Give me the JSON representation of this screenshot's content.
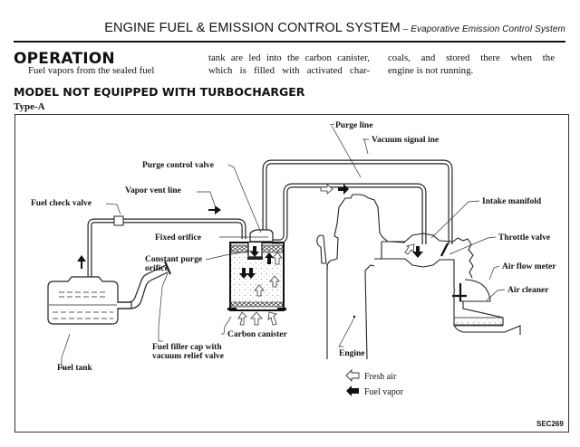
{
  "header": {
    "title": "ENGINE FUEL & EMISSION CONTROL SYSTEM",
    "separator": " – ",
    "subtitle": "Evaporative Emission Control System"
  },
  "operation": {
    "title": "OPERATION",
    "columns": [
      [
        "Fuel vapors from the sealed fuel"
      ],
      [
        "tank are led into the carbon canister,",
        "which is filled with activated char-"
      ],
      [
        "coals, and stored there when the",
        "engine is not running."
      ]
    ]
  },
  "section": {
    "title": "MODEL NOT EQUIPPED WITH TURBOCHARGER",
    "type_label": "Type-A"
  },
  "diagram": {
    "labels": {
      "purge_line": "Purge line",
      "vacuum_signal_line": "Vacuum signal ine",
      "purge_control_valve": "Purge control valve",
      "vapor_vent_line": "Vapor vent line",
      "fuel_check_valve": "Fuel check valve",
      "fixed_orifice": "Fixed orifice",
      "constant_purge_orifice_1": "Constant purge",
      "constant_purge_orifice_2": "orifice",
      "intake_manifold": "Intake manifold",
      "throttle_valve": "Throttle valve",
      "air_flow_meter": "Air flow meter",
      "air_cleaner": "Air cleaner",
      "carbon_canister": "Carbon canister",
      "fuel_filler_cap_1": "Fuel filler cap with",
      "fuel_filler_cap_2": "vacuum relief valve",
      "fuel_tank": "Fuel tank",
      "engine": "Engine"
    },
    "legend": [
      {
        "icon": "outline-arrow-icon",
        "label": "Fresh air"
      },
      {
        "icon": "solid-arrow-icon",
        "label": "Fuel vapor"
      }
    ],
    "figure_code": "SEC269"
  }
}
